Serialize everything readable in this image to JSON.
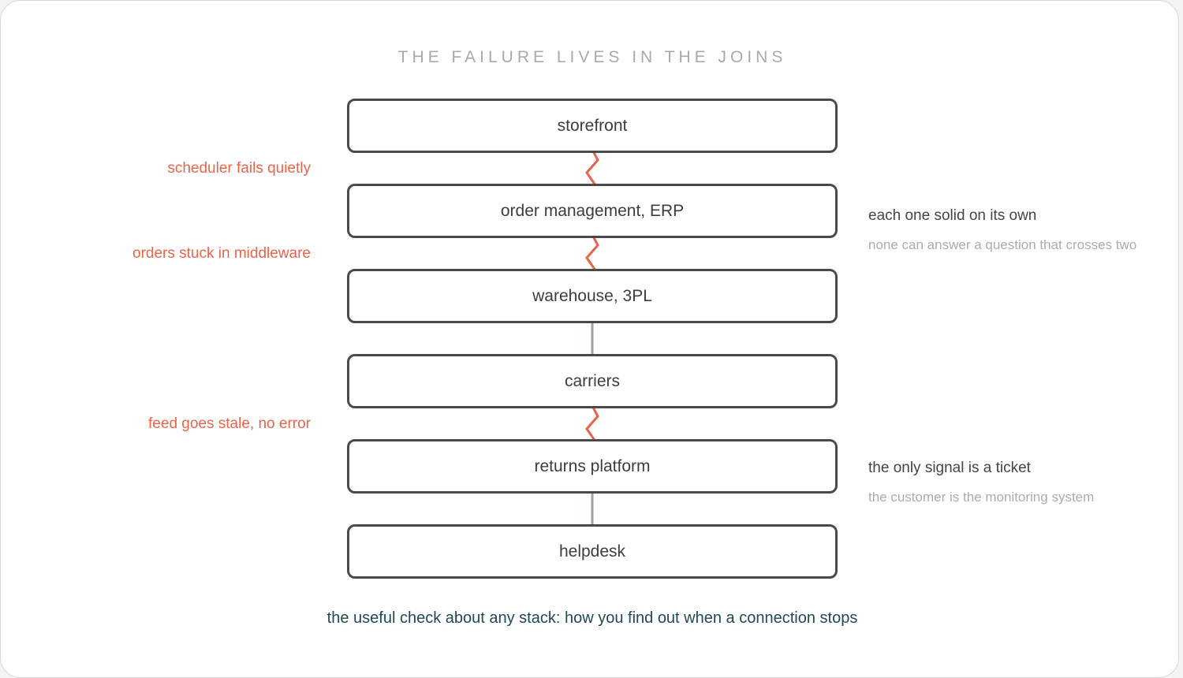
{
  "title": "THE FAILURE LIVES IN THE JOINS",
  "layers": [
    {
      "label": "storefront"
    },
    {
      "label": "order management, ERP"
    },
    {
      "label": "warehouse, 3PL"
    },
    {
      "label": "carriers"
    },
    {
      "label": "returns platform"
    },
    {
      "label": "helpdesk"
    }
  ],
  "connections": [
    {
      "status": "broken",
      "label": "scheduler fails quietly"
    },
    {
      "status": "broken",
      "label": "orders stuck in middleware"
    },
    {
      "status": "ok",
      "label": ""
    },
    {
      "status": "broken",
      "label": "feed goes stale, no error"
    },
    {
      "status": "ok",
      "label": ""
    }
  ],
  "notes": [
    {
      "main": "each one solid on its own",
      "sub": "none can answer a question that crosses two"
    },
    {
      "main": "the only signal is a ticket",
      "sub": "the customer is the monitoring system"
    }
  ],
  "footer": "the useful check about any stack: how you find out when a connection stops",
  "colors": {
    "broken": "#e8644a",
    "ok": "#9aa5a3",
    "box_border": "#4a4a4a"
  }
}
